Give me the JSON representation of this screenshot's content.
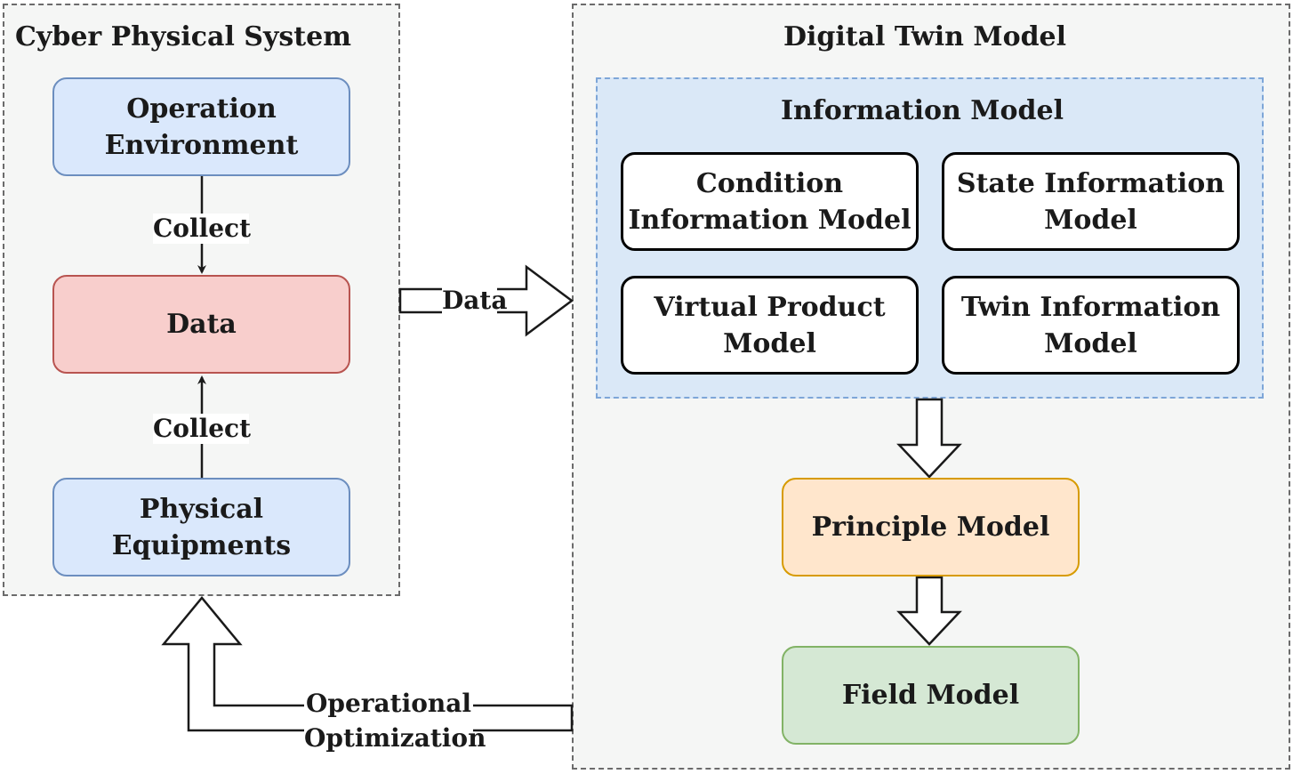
{
  "cyber": {
    "title": "Cyber Physical System",
    "operation_environment": "Operation\nEnvironment",
    "data": "Data",
    "physical_equipments": "Physical\nEquipments",
    "collect_top": "Collect",
    "collect_bottom": "Collect"
  },
  "data_arrow_label": "Data",
  "digital_twin": {
    "title": "Digital Twin Model",
    "information_model": {
      "title": "Information Model",
      "condition": "Condition\nInformation Model",
      "state": "State Information\nModel",
      "virtual_product": "Virtual Product\nModel",
      "twin_information": "Twin Information\nModel"
    },
    "principle_model": "Principle Model",
    "field_model": "Field Model"
  },
  "feedback_label": "Operational\nOptimization",
  "colors": {
    "blue_fill": "#dae8fc",
    "blue_stroke": "#6c8ebf",
    "red_fill": "#f8cecc",
    "red_stroke": "#b85450",
    "orange_fill": "#ffe6cc",
    "orange_stroke": "#d79b00",
    "green_fill": "#d5e8d4",
    "green_stroke": "#82b366"
  }
}
